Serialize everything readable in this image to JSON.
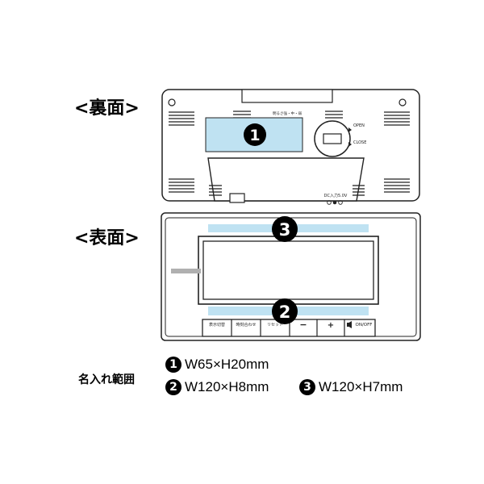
{
  "headings": {
    "back": "<裏面>",
    "front": "<表面>"
  },
  "back_panel": {
    "top_label": "明るさ強・中・弱",
    "open_label": "OPEN",
    "close_label": "CLOSE",
    "dc_label": "DC入力5.0V",
    "area_number": "1"
  },
  "front_panel": {
    "top_area_number": "3",
    "bottom_area_number": "2",
    "buttons": [
      "表示切替",
      "時刻合わせ",
      "リセット",
      "−",
      "+",
      "ON/OFF"
    ]
  },
  "legend": {
    "title": "名入れ範囲",
    "items": [
      {
        "number": "1",
        "text": "W65×H20mm"
      },
      {
        "number": "2",
        "text": "W120×H8mm"
      },
      {
        "number": "3",
        "text": "W120×H7mm"
      }
    ]
  },
  "colors": {
    "print_area": "#bfe2f2",
    "outline": "#222222",
    "badge": "#000000"
  }
}
